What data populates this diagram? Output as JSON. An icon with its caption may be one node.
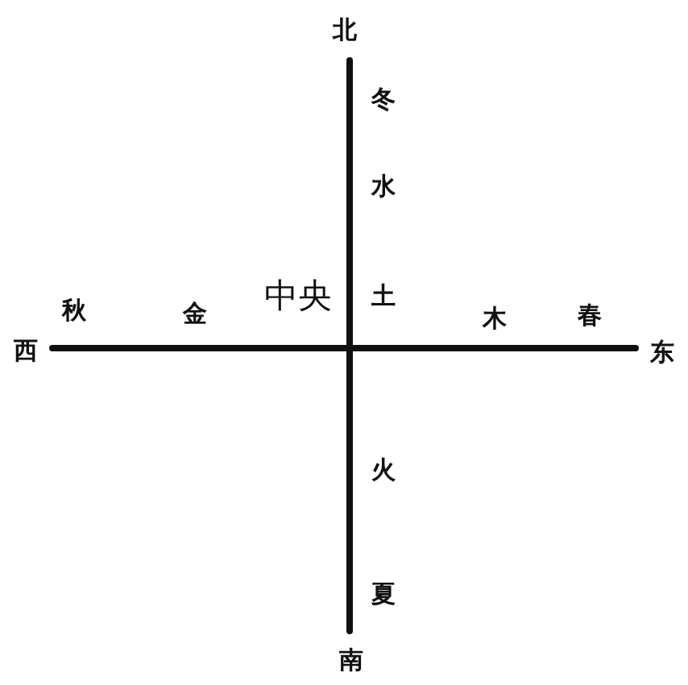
{
  "diagram": {
    "nodes": [
      {
        "text": [
          "北"
        ]
      },
      {
        "text": [
          "西"
        ]
      },
      {
        "text": [
          "东"
        ]
      },
      {
        "text": [
          "南"
        ]
      }
    ],
    "edges": [
      {
        "from": 0,
        "to": 3,
        "arrow": "none"
      },
      {
        "from": 1,
        "to": 2,
        "arrow": "none"
      }
    ],
    "labels": [
      "冬",
      "水",
      "秋",
      "金",
      "中央",
      "土",
      "木",
      "春",
      "火",
      "夏"
    ]
  }
}
